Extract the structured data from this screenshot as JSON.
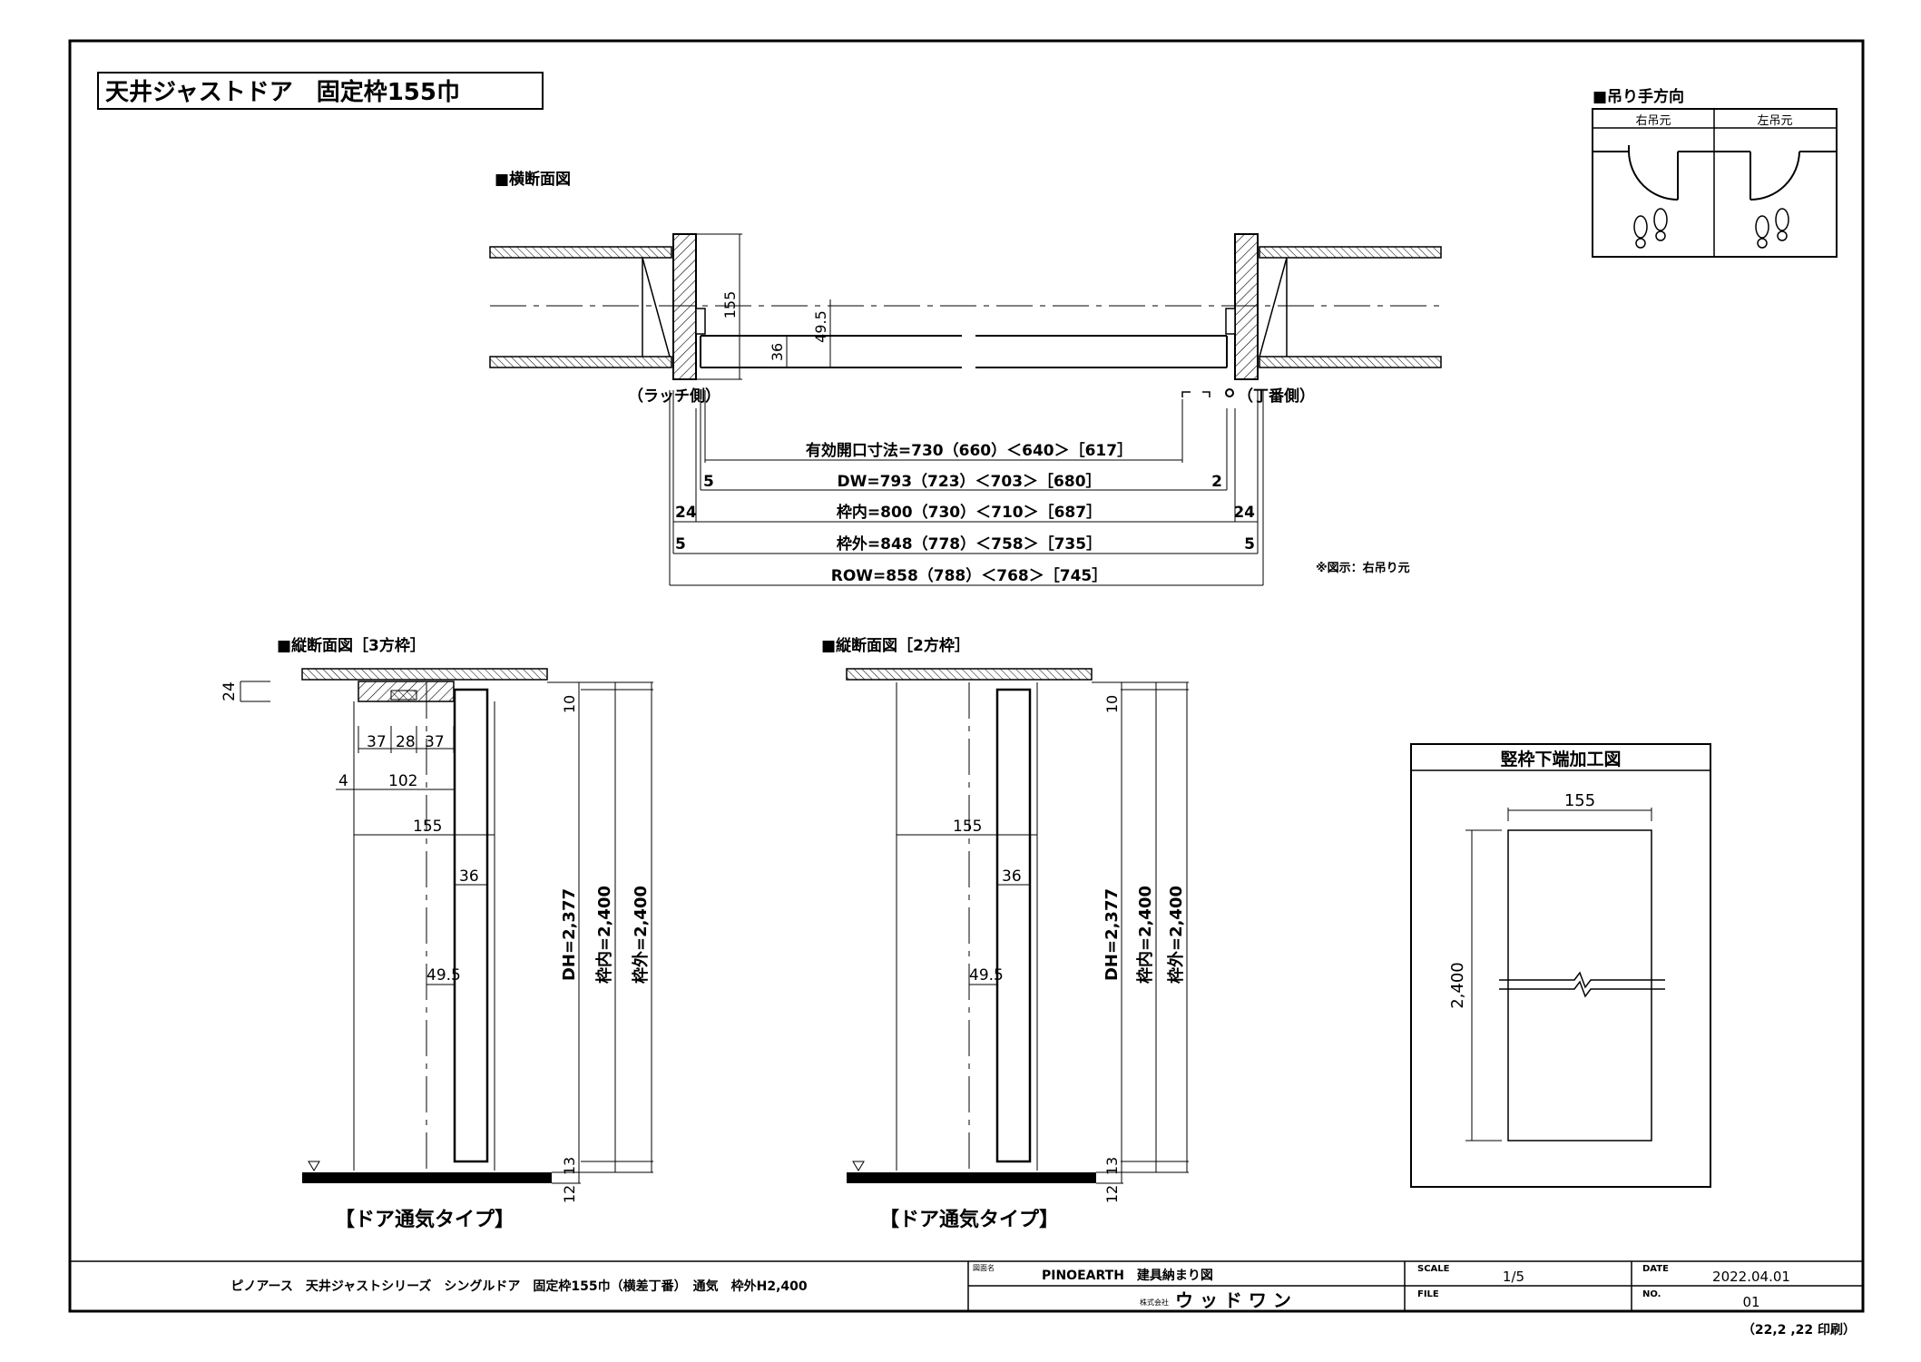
{
  "title": "天井ジャストドア　固定枠155巾",
  "hanging": {
    "heading": "■吊り手方向",
    "right_label": "右吊元",
    "left_label": "左吊元"
  },
  "plan": {
    "heading": "■横断面図",
    "latch_side": "（ラッチ側）",
    "hinge_side": "（丁番側）",
    "dim_155": "155",
    "dim_49_5": "49.5",
    "dim_36": "36",
    "opening": "有効開口寸法=730（660）＜640＞［617］",
    "dw": "DW=793（723）＜703＞［680］",
    "waku_in": "枠内=800（730）＜710＞［687］",
    "waku_out": "枠外=848（778）＜758＞［735］",
    "row": "ROW=858（788）＜768＞［745］",
    "dim_5_left": "5",
    "dim_2_right": "2",
    "dim_24_left": "24",
    "dim_24_right": "24",
    "dim_5_bl": "5",
    "dim_5_br": "5",
    "note": "※図示：右吊り元"
  },
  "section3": {
    "heading": "■縦断面図［3方枠］",
    "d24": "24",
    "d37a": "37",
    "d28": "28",
    "d37b": "37",
    "d4": "4",
    "d102": "102",
    "d155": "155",
    "d36": "36",
    "d49_5": "49.5",
    "d10": "10",
    "d13": "13",
    "d12": "12",
    "dh": "DH=2,377",
    "waku_in": "枠内=2,400",
    "waku_out": "枠外=2,400",
    "caption": "【ドア通気タイプ】"
  },
  "section2": {
    "heading": "■縦断面図［2方枠］",
    "d155": "155",
    "d36": "36",
    "d49_5": "49.5",
    "d10": "10",
    "d13": "13",
    "d12": "12",
    "dh": "DH=2,377",
    "waku_in": "枠内=2,400",
    "waku_out": "枠外=2,400",
    "caption": "【ドア通気タイプ】"
  },
  "bottom_process": {
    "title": "竪枠下端加工図",
    "width": "155",
    "height": "2,400"
  },
  "titleblock": {
    "description": "ピノアース　天井ジャストシリーズ　シングルドア　固定枠155巾（横差丁番）　通気　枠外H2,400",
    "drawing_name_label": "図面名",
    "drawing_name": "PINOEARTH　建具納まり図",
    "company_prefix": "株式会社",
    "company": "ウ ッ ド ワ ン",
    "scale_label": "SCALE",
    "scale": "1/5",
    "date_label": "DATE",
    "date": "2022.04.01",
    "file_label": "FILE",
    "file": "",
    "no_label": "NO.",
    "no": "01"
  },
  "print_note": "（22,2 ,22 印刷）"
}
